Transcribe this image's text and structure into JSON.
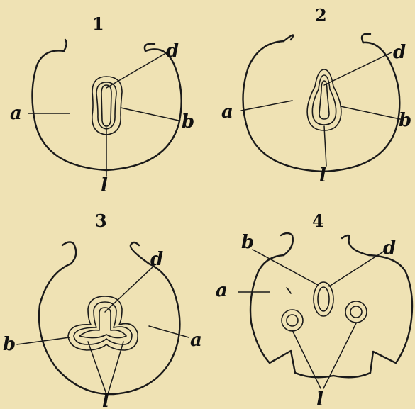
{
  "figures": [
    {
      "number": "1",
      "labels": {
        "a": "a",
        "b": "b",
        "d": "d",
        "l": "l"
      }
    },
    {
      "number": "2",
      "labels": {
        "a": "a",
        "b": "b",
        "d": "d",
        "l": "l"
      }
    },
    {
      "number": "3",
      "labels": {
        "a": "a",
        "b": "b",
        "d": "d",
        "l": "l"
      }
    },
    {
      "number": "4",
      "labels": {
        "a": "a",
        "b": "b",
        "d": "d",
        "l": "l"
      }
    }
  ],
  "colors": {
    "background": "#efe2b4",
    "ink": "#1a1a1a"
  }
}
